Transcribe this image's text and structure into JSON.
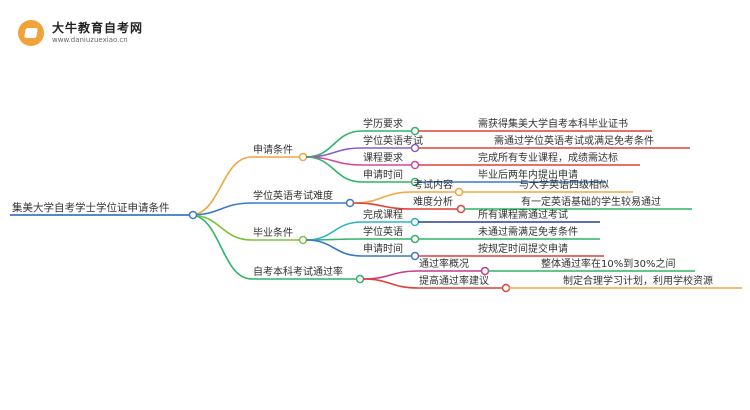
{
  "logo": {
    "name": "大牛教育自考网",
    "url": "www.daniuzuexiao.cn"
  },
  "root": "集美大学自考学士学位证申请条件",
  "branches": [
    {
      "label": "申请条件",
      "color": "#f0a640",
      "children": [
        {
          "label": "学历要求",
          "color": "#2fb46a",
          "leaf": "需获得集美大学自考本科毕业证书",
          "leafColor": "#e0403a"
        },
        {
          "label": "学位英语考试",
          "color": "#8a5ec9",
          "leaf": "需通过学位英语考试或满足免考条件",
          "leafColor": "#e0403a"
        },
        {
          "label": "课程要求",
          "color": "#d2489a",
          "leaf": "完成所有专业课程，成绩需达标",
          "leafColor": "#e0403a"
        },
        {
          "label": "申请时间",
          "color": "#2fb46a",
          "leaf": "毕业后两年内提出申请",
          "leafColor": "#3a78c9"
        }
      ]
    },
    {
      "label": "学位英语考试难度",
      "color": "#3a78c9",
      "children": [
        {
          "label": "考试内容",
          "color": "#f0a640",
          "leaf": "与大学英语四级相似",
          "leafColor": "#f0a640"
        },
        {
          "label": "难度分析",
          "color": "#e0403a",
          "leaf": "有一定英语基础的学生较易通过",
          "leafColor": "#2fb46a"
        }
      ]
    },
    {
      "label": "毕业条件",
      "color": "#7cc23a",
      "children": [
        {
          "label": "完成课程",
          "color": "#2ab3c4",
          "leaf": "所有课程需通过考试",
          "leafColor": "#2a3f9a"
        },
        {
          "label": "学位英语",
          "color": "#2fb46a",
          "leaf": "未通过需满足免考条件",
          "leafColor": "#2fb46a"
        },
        {
          "label": "申请时间",
          "color": "#3a78c9",
          "leaf": "按规定时间提交申请",
          "leafColor": "#e0403a"
        }
      ]
    },
    {
      "label": "自考本科考试通过率",
      "color": "#2fb46a",
      "children": [
        {
          "label": "通过率概况",
          "color": "#c63a8a",
          "leaf": "整体通过率在10%到30%之间",
          "leafColor": "#2fb46a"
        },
        {
          "label": "提高通过率建议",
          "color": "#e0403a",
          "leaf": "制定合理学习计划，利用学校资源",
          "leafColor": "#f0a640"
        }
      ]
    }
  ]
}
